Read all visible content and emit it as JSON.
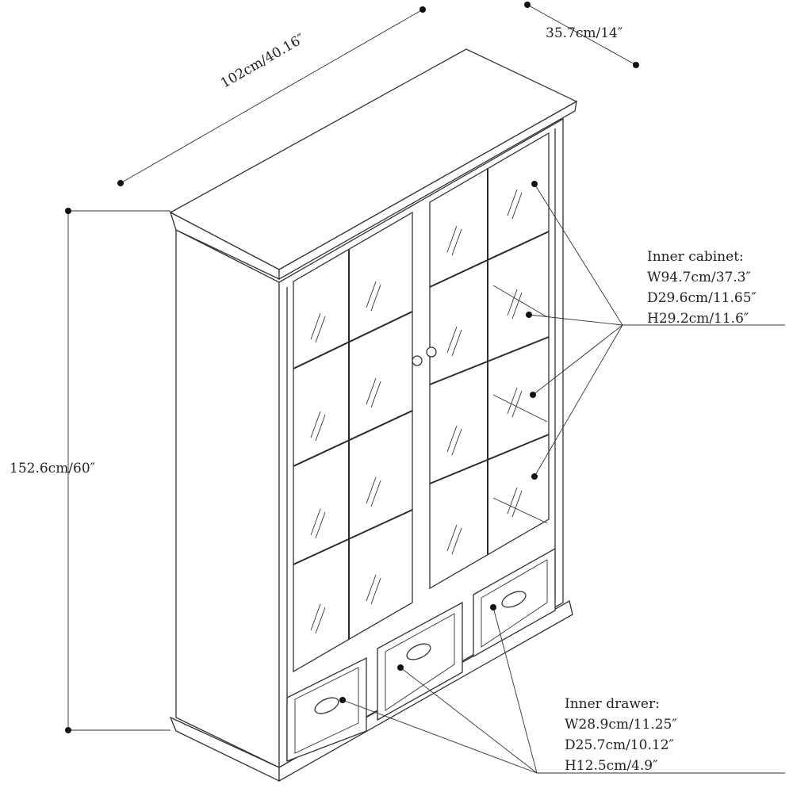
{
  "dimensions": {
    "width": "102cm/40.16″",
    "depth": "35.7cm/14″",
    "height": "152.6cm/60″"
  },
  "inner_cabinet": {
    "title": "Inner cabinet:",
    "width": "W94.7cm/37.3″",
    "depth": "D29.6cm/11.65″",
    "height": "H29.2cm/11.6″"
  },
  "inner_drawer": {
    "title": "Inner drawer:",
    "width": "W28.9cm/11.25″",
    "depth": "D25.7cm/10.12″",
    "height": "H12.5cm/4.9″"
  },
  "colors": {
    "line": "#333333",
    "background": "#ffffff"
  }
}
